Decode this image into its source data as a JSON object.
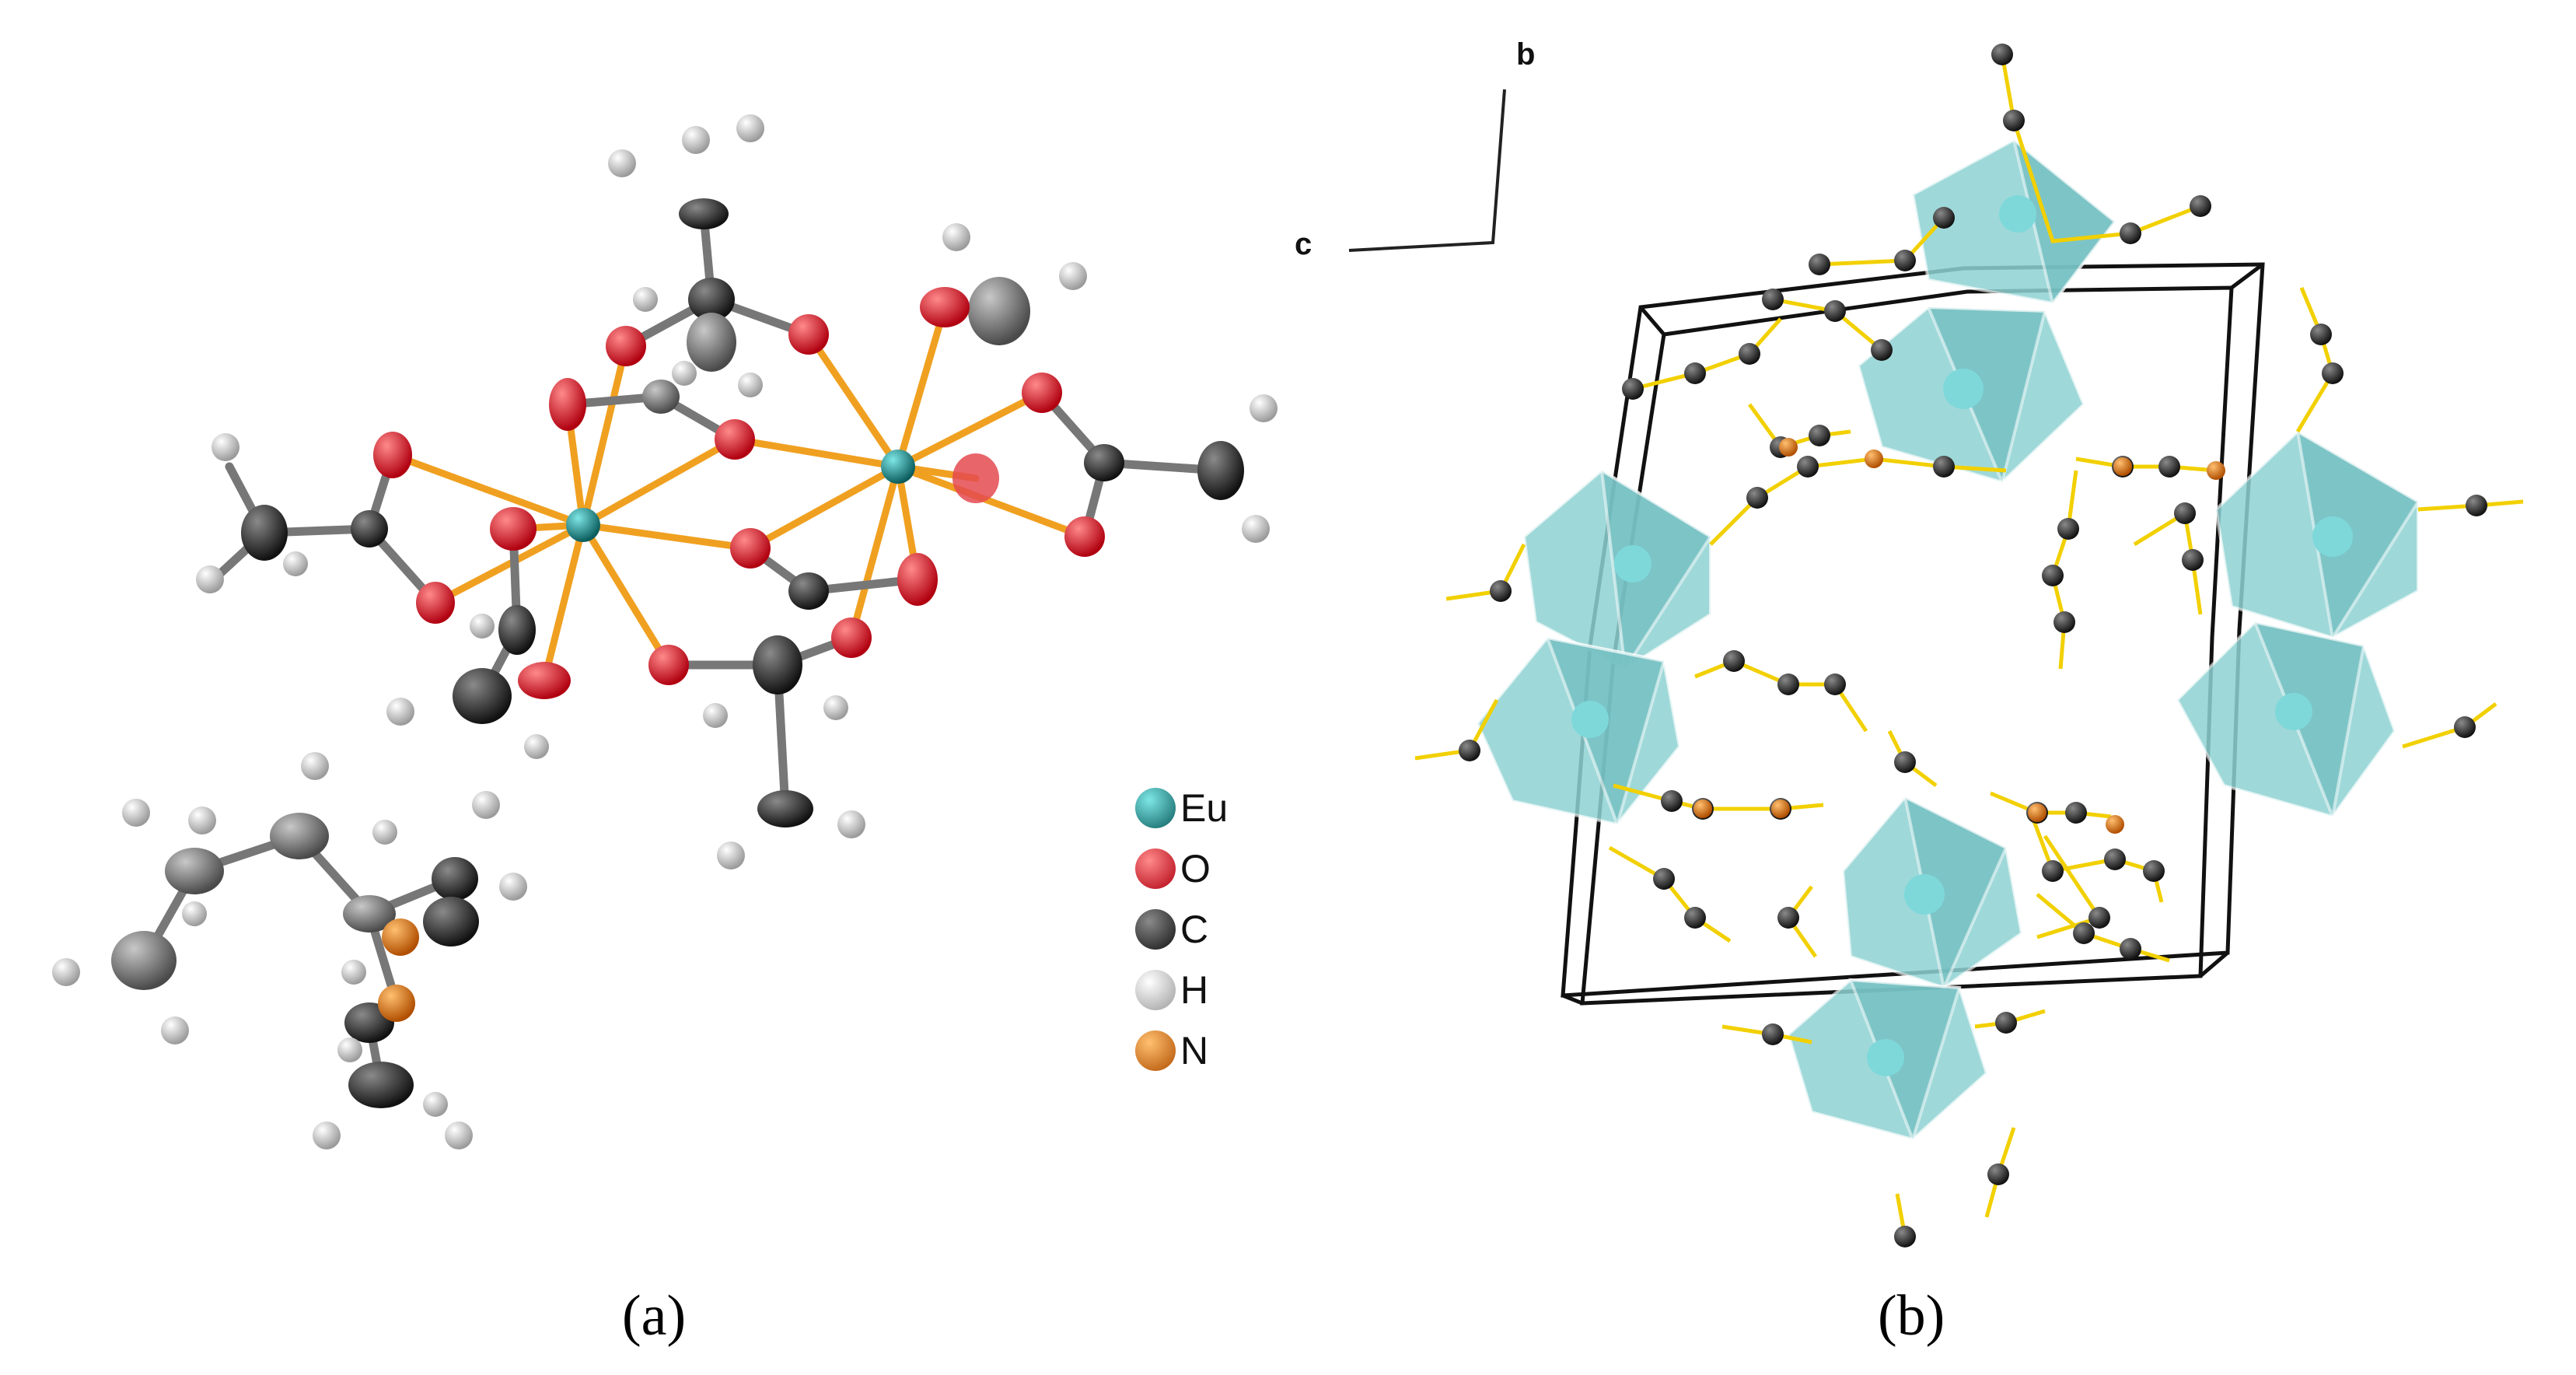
{
  "panels": [
    {
      "id": "a",
      "label": "(a)"
    },
    {
      "id": "b",
      "label": "(b)"
    }
  ],
  "legend": [
    {
      "symbol": "Eu",
      "color": "#137e7e"
    },
    {
      "symbol": "O",
      "color": "#e01020"
    },
    {
      "symbol": "C",
      "color": "#222222"
    },
    {
      "symbol": "H",
      "color": "#c8c8c8"
    },
    {
      "symbol": "N",
      "color": "#e87810"
    }
  ],
  "axes": {
    "b": "b",
    "c": "c"
  },
  "colors": {
    "bond_metal": "#f0a020",
    "bond_organic": "#777777",
    "polyhedron": "#8fd2d3",
    "cell_edge": "#111111",
    "b_bond": "#f2d000"
  }
}
